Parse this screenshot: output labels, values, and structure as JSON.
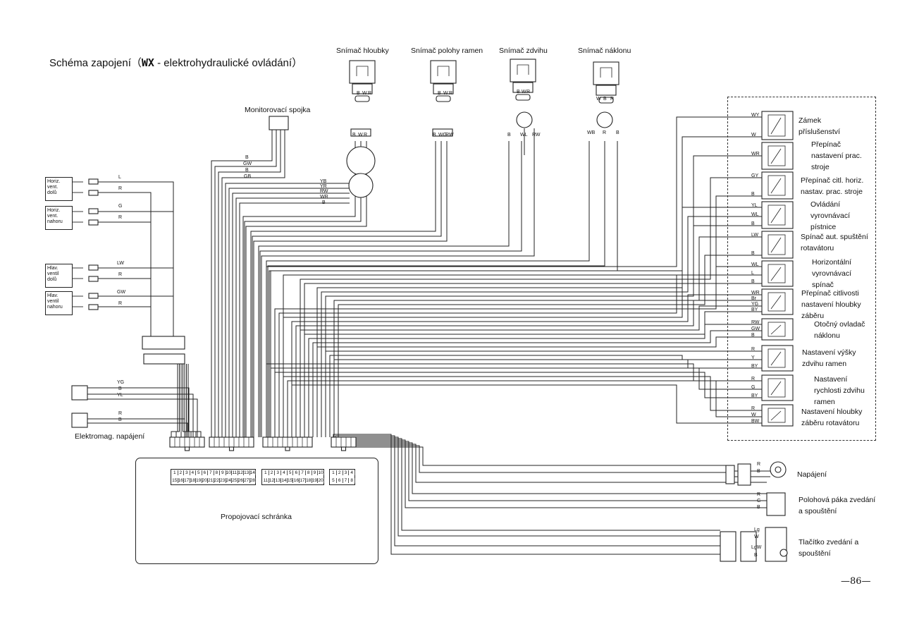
{
  "title": {
    "prefix": "Schéma zapojení（",
    "code": "WX",
    "suffix": " - elektrohydraulické ovládání）"
  },
  "sensors": [
    {
      "label": "Snímač hloubky",
      "pins": [
        "B",
        "W",
        "R"
      ]
    },
    {
      "label": "Snímač polohy ramen",
      "pins": [
        "B",
        "W",
        "R"
      ]
    },
    {
      "label": "Snímač zdvihu",
      "pins": [
        "B",
        "W",
        "R"
      ]
    },
    {
      "label": "Snímač náklonu",
      "pins": [
        "W",
        "B",
        "R"
      ]
    }
  ],
  "sensor_harness": {
    "s1_pins": [
      "B",
      "W",
      "R"
    ],
    "s2_pins": [
      "B",
      "WG",
      "RW"
    ],
    "s3_pins": [
      "B",
      "WL",
      "RW"
    ],
    "s4_pins": [
      "WB",
      "R",
      "B"
    ]
  },
  "monitor": {
    "label": "Monitorovací spojka",
    "wires": [
      "B",
      "GW",
      "B",
      "GB"
    ]
  },
  "round_connector_wires": [
    "YB",
    "YR",
    "RW",
    "WR",
    "B"
  ],
  "valves": [
    {
      "lines": [
        "Horiz.",
        "vent.",
        "dolů"
      ],
      "wires": [
        "L",
        "R"
      ]
    },
    {
      "lines": [
        "Horiz.",
        "vent.",
        "nahoru"
      ],
      "wires": [
        "G",
        "R"
      ]
    },
    {
      "lines": [
        "Hlav.",
        "ventil",
        "dolů"
      ],
      "wires": [
        "LW",
        "R"
      ]
    },
    {
      "lines": [
        "Hlav.",
        "ventil",
        "nahoru"
      ],
      "wires": [
        "GW",
        "R"
      ]
    }
  ],
  "small_connector_wires": [
    "YG",
    "B",
    "YL"
  ],
  "solenoid": {
    "label": "Elektromag. napájení",
    "wires": [
      "R",
      "B"
    ]
  },
  "junction_box": {
    "label": "Propojovací schránka",
    "block1": [
      "1",
      "2",
      "3",
      "4",
      "5",
      "6",
      "7",
      "8",
      "9",
      "10",
      "11",
      "12",
      "13",
      "14",
      "15",
      "16",
      "17",
      "18",
      "19",
      "20",
      "21",
      "22",
      "23",
      "24",
      "25",
      "26",
      "27",
      "28"
    ],
    "block2": [
      "1",
      "2",
      "3",
      "4",
      "5",
      "6",
      "7",
      "8",
      "9",
      "10",
      "11",
      "12",
      "13",
      "14",
      "15",
      "16",
      "17",
      "18",
      "19",
      "20"
    ],
    "block3": [
      "1",
      "2",
      "3",
      "4",
      "5",
      "6",
      "7",
      "8"
    ]
  },
  "components": [
    {
      "label": "Zámek příslušenství",
      "wires": [
        "WY",
        "W"
      ]
    },
    {
      "label": "Přepínač nastavení prac. stroje",
      "wires": [
        "WR"
      ]
    },
    {
      "label": "Přepínač citl. horiz. nastav. prac. stroje",
      "wires": [
        "GY",
        "B"
      ]
    },
    {
      "label": "Ovládání vyrovnávací pístnice",
      "wires": [
        "YL",
        "WL",
        "B"
      ]
    },
    {
      "label": "Spínač aut. spuštění rotavátoru",
      "wires": [
        "LW",
        "B"
      ]
    },
    {
      "label": "Horizontální vyrovnávací spínač",
      "wires": [
        "WL",
        "L",
        "B"
      ]
    },
    {
      "label": "Přepínač citlivosti nastavení hloubky záběru",
      "wires": [
        "WR",
        "Br",
        "YG",
        "BY"
      ]
    },
    {
      "label": "Otočný ovladač náklonu",
      "wires": [
        "RW",
        "GW",
        "B"
      ]
    },
    {
      "label": "Nastavení výšky zdvihu ramen",
      "wires": [
        "R",
        "Y",
        "BY"
      ]
    },
    {
      "label": "Nastavení rychlosti zdvihu ramen",
      "wires": [
        "R",
        "G",
        "BY"
      ]
    },
    {
      "label": "Nastavení hloubky záběru rotavátoru",
      "wires": [
        "R",
        "W",
        "BW"
      ]
    }
  ],
  "bottom_components": [
    {
      "label": "Napájení",
      "wires": [
        "R",
        "B"
      ]
    },
    {
      "label": "Polohová páka zvedání a spouštění",
      "wires": [
        "R",
        "G",
        "B"
      ]
    },
    {
      "label": "Tlačítko zvedání a spouštění",
      "wires": [
        "Lg",
        "W",
        "LgW",
        "B"
      ]
    }
  ],
  "page_number": "—86—"
}
